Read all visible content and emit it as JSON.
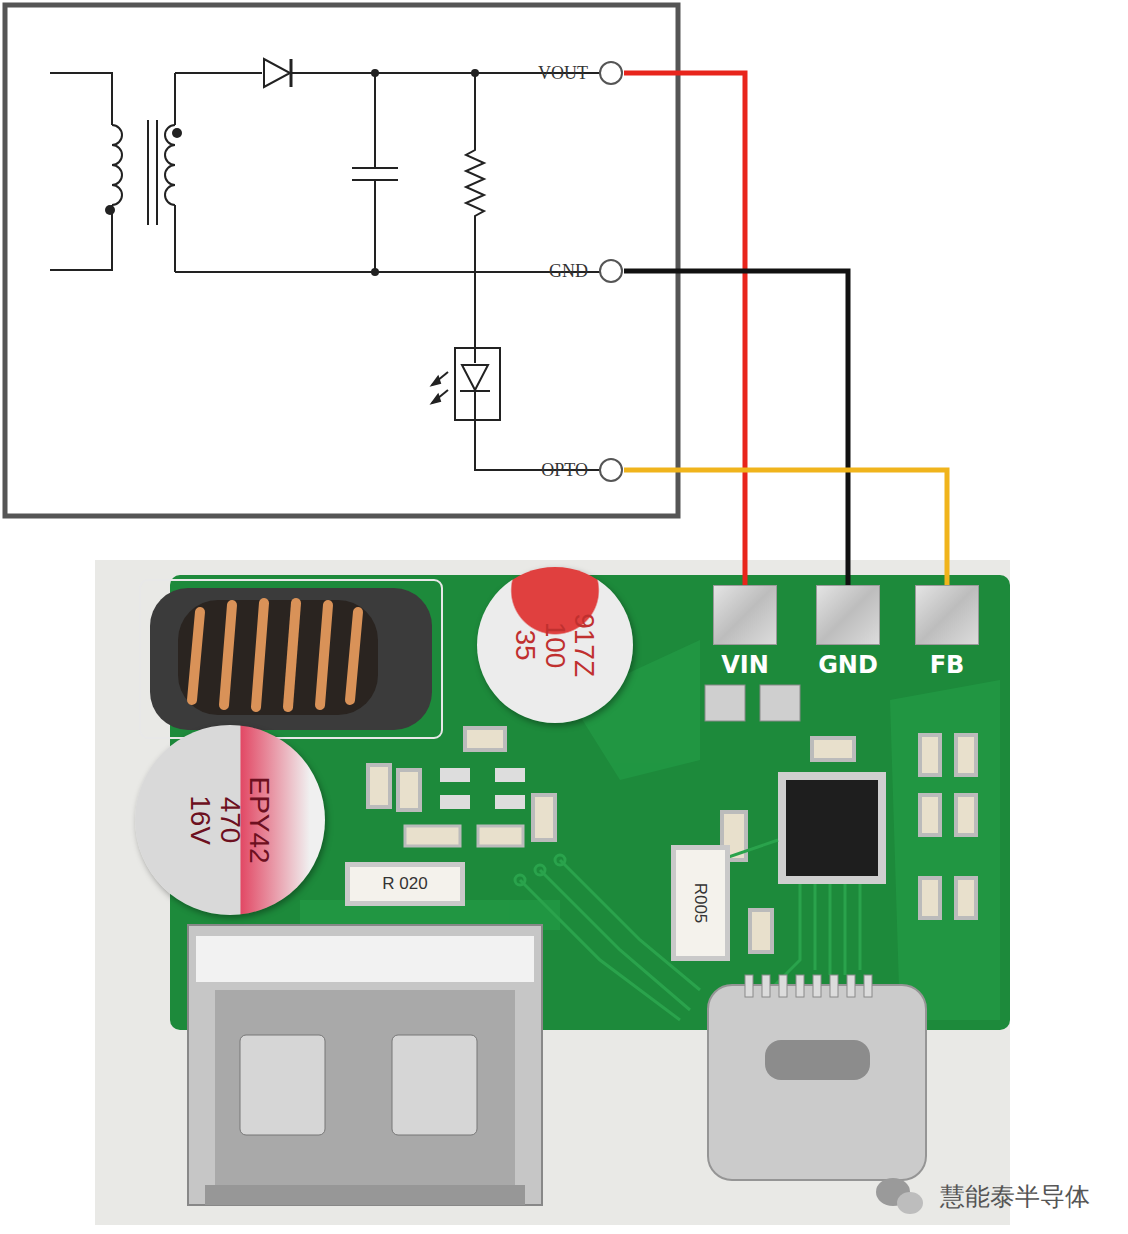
{
  "diagram": {
    "nodes": [
      {
        "text": [
          "VOUT"
        ]
      },
      {
        "text": [
          "GND"
        ]
      },
      {
        "text": [
          "OPTO"
        ]
      },
      {
        "text": [
          "VIN"
        ]
      },
      {
        "text": [
          "GND"
        ]
      },
      {
        "text": [
          "FB"
        ]
      },
      {
        "text": [
          "917Z",
          "100",
          "35"
        ]
      },
      {
        "text": [
          "EPY42",
          "470",
          "16V"
        ]
      },
      {
        "text": [
          "R 020"
        ]
      },
      {
        "text": [
          "R005"
        ]
      }
    ],
    "edges": [
      {
        "from": 0,
        "to": 3,
        "arrow": "none"
      },
      {
        "from": 1,
        "to": 4,
        "arrow": "none"
      },
      {
        "from": 2,
        "to": 5,
        "arrow": "none"
      }
    ],
    "labels": [
      "慧能泰半导体"
    ]
  }
}
